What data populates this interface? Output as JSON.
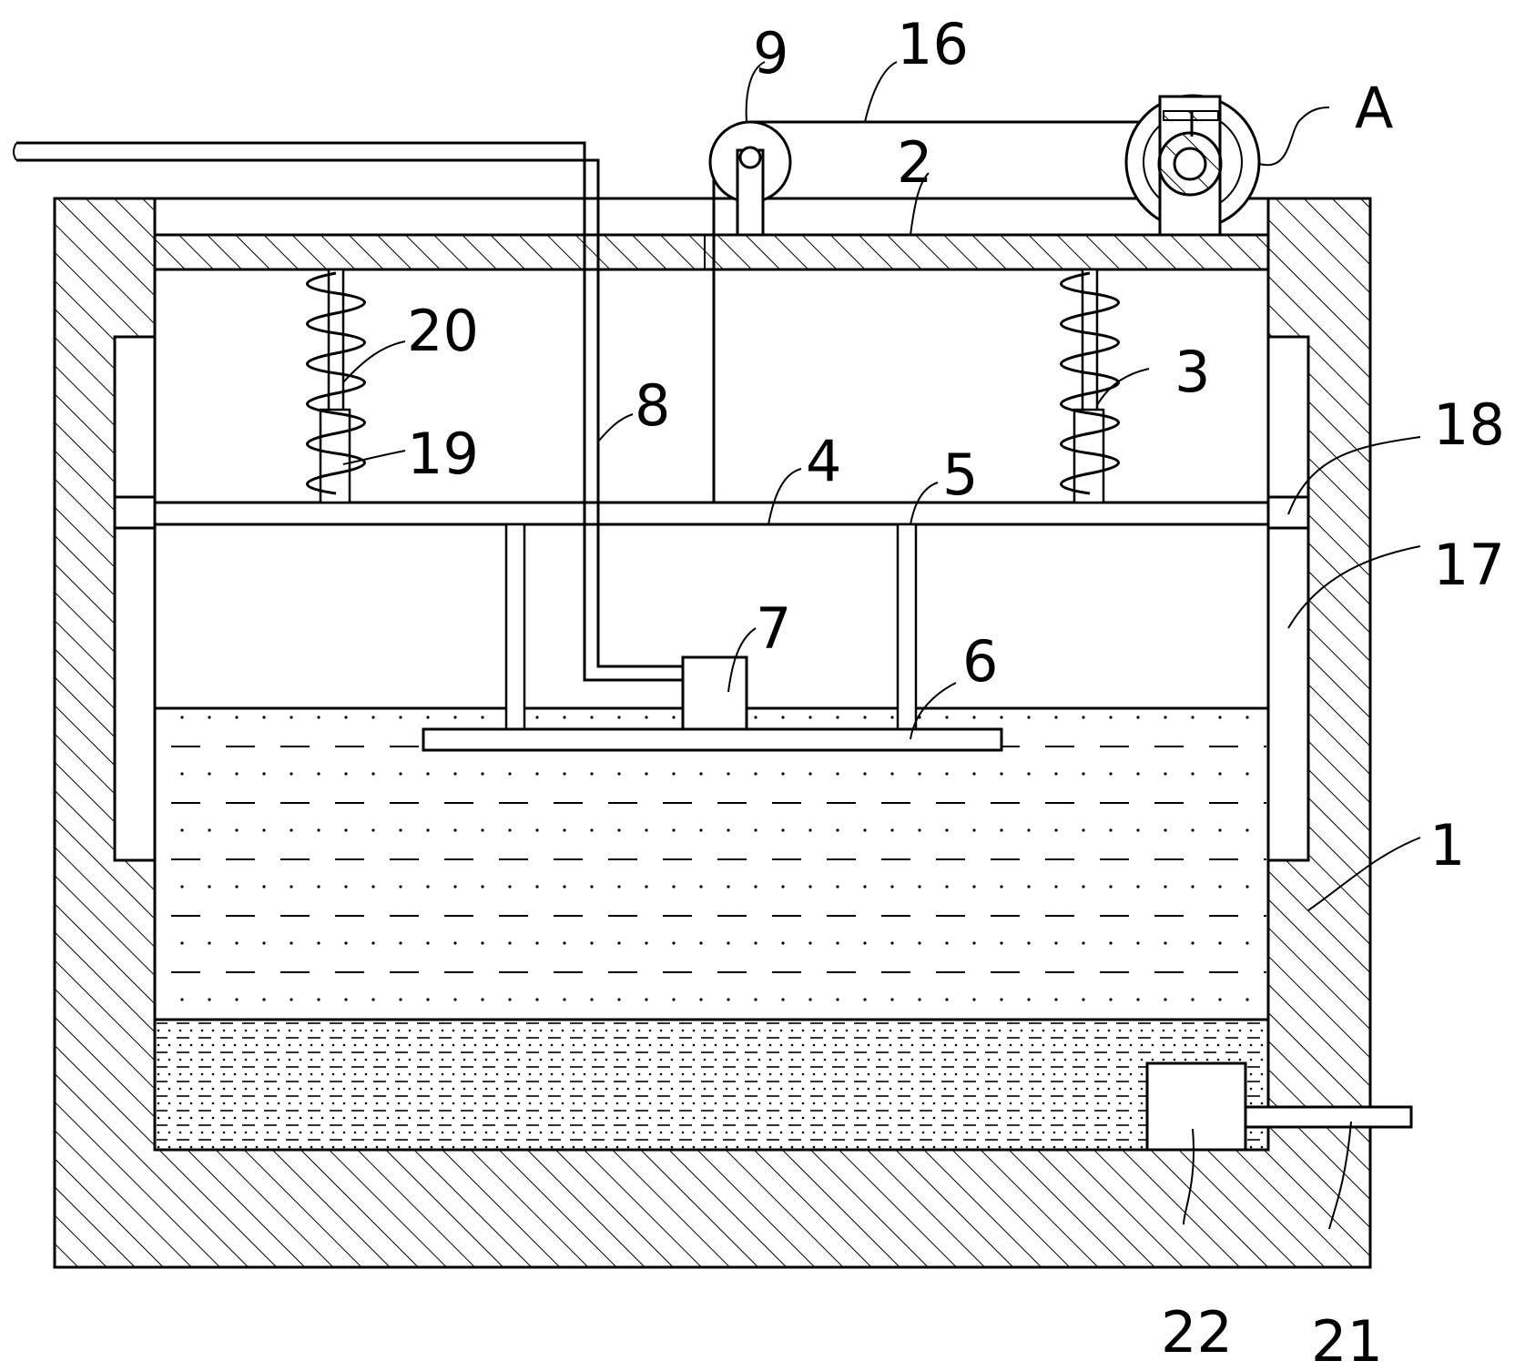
{
  "labels": {
    "n1": "1",
    "n2": "2",
    "n3": "3",
    "n4": "4",
    "n5": "5",
    "n6": "6",
    "n7": "7",
    "n8": "8",
    "n9": "9",
    "n16": "16",
    "n17": "17",
    "n18": "18",
    "n19": "19",
    "n20": "20",
    "n21": "21",
    "n22": "22",
    "nA": "A"
  }
}
